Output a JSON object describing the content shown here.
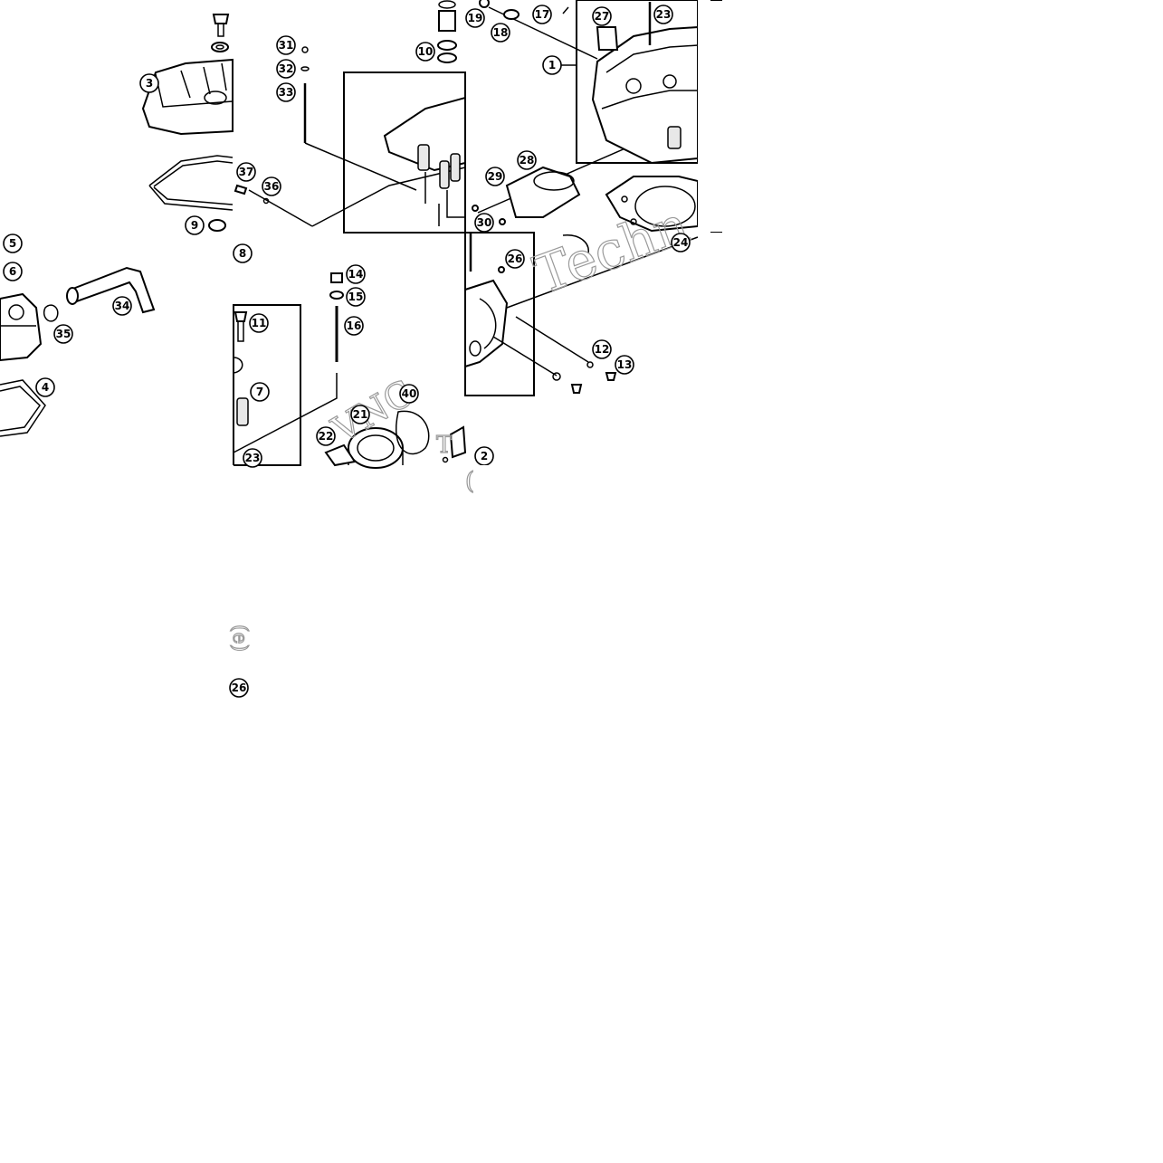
{
  "callouts": [
    {
      "id": "c1",
      "label": "1"
    },
    {
      "id": "c2",
      "label": "2"
    },
    {
      "id": "c3",
      "label": "3"
    },
    {
      "id": "c4",
      "label": "4"
    },
    {
      "id": "c5",
      "label": "5"
    },
    {
      "id": "c6",
      "label": "6"
    },
    {
      "id": "c7",
      "label": "7"
    },
    {
      "id": "c8",
      "label": "8"
    },
    {
      "id": "c9",
      "label": "9"
    },
    {
      "id": "c10",
      "label": "10"
    },
    {
      "id": "c11",
      "label": "11"
    },
    {
      "id": "c12",
      "label": "12"
    },
    {
      "id": "c13",
      "label": "13"
    },
    {
      "id": "c14",
      "label": "14"
    },
    {
      "id": "c15",
      "label": "15"
    },
    {
      "id": "c16",
      "label": "16"
    },
    {
      "id": "c17",
      "label": "17"
    },
    {
      "id": "c18",
      "label": "18"
    },
    {
      "id": "c19",
      "label": "19"
    },
    {
      "id": "c21",
      "label": "21"
    },
    {
      "id": "c22",
      "label": "22"
    },
    {
      "id": "c23a",
      "label": "23"
    },
    {
      "id": "c23b",
      "label": "23"
    },
    {
      "id": "c24",
      "label": "24"
    },
    {
      "id": "c26a",
      "label": "26"
    },
    {
      "id": "c26b",
      "label": "26"
    },
    {
      "id": "c27",
      "label": "27"
    },
    {
      "id": "c28",
      "label": "28"
    },
    {
      "id": "c29",
      "label": "29"
    },
    {
      "id": "c30",
      "label": "30"
    },
    {
      "id": "c31",
      "label": "31"
    },
    {
      "id": "c32",
      "label": "32"
    },
    {
      "id": "c33",
      "label": "33"
    },
    {
      "id": "c34",
      "label": "34"
    },
    {
      "id": "c35",
      "label": "35"
    },
    {
      "id": "c36",
      "label": "36"
    },
    {
      "id": "c37",
      "label": "37"
    },
    {
      "id": "c40",
      "label": "40"
    }
  ],
  "watermark": {
    "main": "Techn",
    "fragment_a": "VNC",
    "fragment_b": "T",
    "fragment_c": "(e)"
  },
  "colors": {
    "line": "#000000",
    "background": "#ffffff",
    "watermark": "#9a9a9a"
  }
}
